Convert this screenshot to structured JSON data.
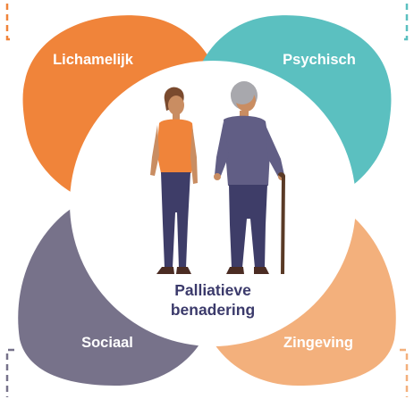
{
  "diagram": {
    "petals": [
      {
        "key": "top-left",
        "label": "Lichamelijk",
        "color": "#f0843a"
      },
      {
        "key": "top-right",
        "label": "Psychisch",
        "color": "#5bc0c0"
      },
      {
        "key": "bottom-left",
        "label": "Sociaal",
        "color": "#77728a"
      },
      {
        "key": "bottom-right",
        "label": "Zingeving",
        "color": "#f3b07c"
      }
    ],
    "center": {
      "label_line1": "Palliatieve",
      "label_line2": "benadering",
      "label_color": "#3b3a6b",
      "background": "#ffffff"
    },
    "people": [
      {
        "icon": "younger-person-figure-icon",
        "shirt_color": "#f0843a",
        "pants_color": "#3e3d68"
      },
      {
        "icon": "elderly-person-with-cane-icon",
        "shirt_color": "#615e85",
        "pants_color": "#3e3d68"
      }
    ],
    "corner_bracket_colors": {
      "top-left": "#f0843a",
      "top-right": "#5bc0c0",
      "bottom-left": "#77728a",
      "bottom-right": "#f3b07c"
    }
  }
}
